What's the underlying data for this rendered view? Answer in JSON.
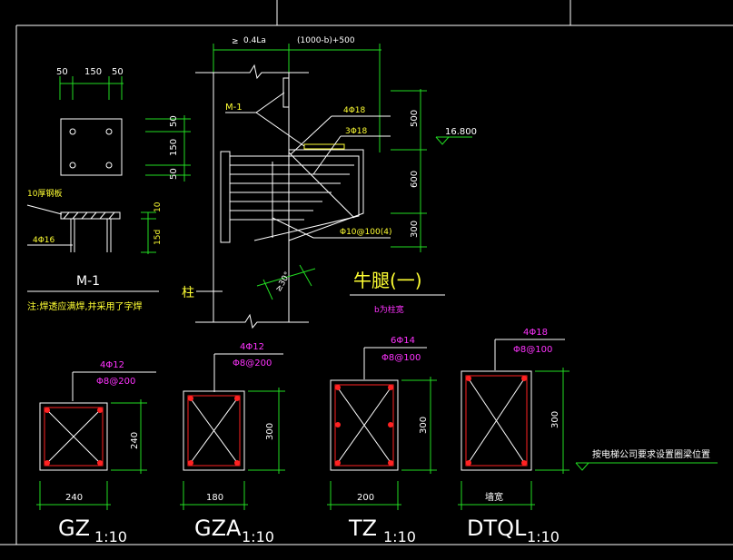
{
  "corbel": {
    "dim_top_1": "0.4La",
    "dim_top_2": "(1000-b)+500",
    "label_m1": "M-1",
    "bar_top": "4Φ18",
    "bar_mid": "3Φ18",
    "bar_stirrup": "Φ10@100(4)",
    "elev": "16.800",
    "dim_v_1": "500",
    "dim_v_2": "600",
    "dim_v_3": "300",
    "angle_dim": "≥30°",
    "column_label": "柱",
    "title": "牛腿(一)",
    "subtitle": "b为柱宽"
  },
  "plate": {
    "dims_top": [
      "50",
      "150",
      "50"
    ],
    "dims_side": [
      "50",
      "150",
      "50"
    ],
    "plate_label": "10厚钢板",
    "anchor_label": "4Φ16",
    "dim_h_1": "10",
    "dim_h_2": "15d",
    "title": "M-1",
    "note": "注:焊透应满焊,并采用了字焊"
  },
  "sections": [
    {
      "rebar": "4Φ12",
      "stirrup": "Φ8@200",
      "width": "240",
      "height": "240",
      "name": "GZ",
      "scale": "1:10"
    },
    {
      "rebar": "4Φ12",
      "stirrup": "Φ8@200",
      "width": "180",
      "height": "300",
      "name": "GZA",
      "scale": "1:10"
    },
    {
      "rebar": "6Φ14",
      "stirrup": "Φ8@100",
      "width": "200",
      "height": "300",
      "name": "TZ",
      "scale": "1:10"
    },
    {
      "rebar": "4Φ18",
      "stirrup": "Φ8@100",
      "width": "墙宽",
      "height": "300",
      "name": "DTQL",
      "scale": "1:10"
    }
  ],
  "elevator_note": "按电梯公司要求设置圈梁位置"
}
